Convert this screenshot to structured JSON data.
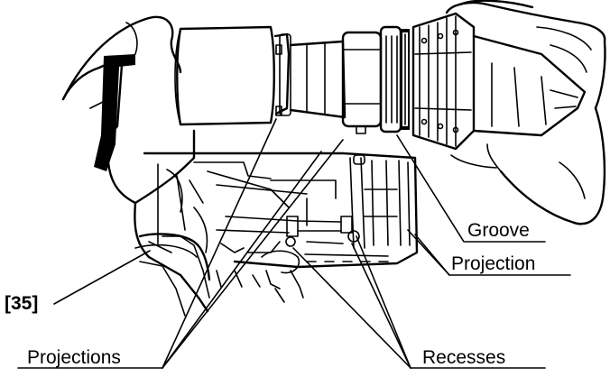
{
  "diagram": {
    "callouts": {
      "groove": "Groove",
      "projection": "Projection",
      "ref_35": "[35]",
      "projections": "Projections",
      "recesses": "Recesses"
    },
    "colors": {
      "ink": "#000000",
      "paper": "#ffffff"
    }
  }
}
